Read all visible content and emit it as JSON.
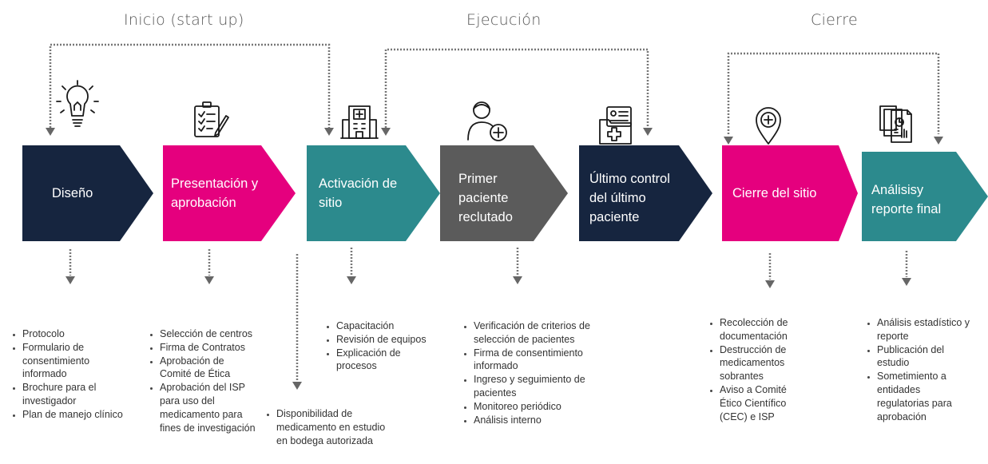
{
  "phases": [
    "Inicio (start up)",
    "Ejecución",
    "Cierre"
  ],
  "steps": [
    {
      "label": "Diseño",
      "color": "#16253f",
      "icon": "lightbulb-icon"
    },
    {
      "label": "Presentación y aprobación",
      "color": "#e5007e",
      "icon": "clipboard-checklist-icon"
    },
    {
      "label": "Activación de sitio",
      "color": "#2c8a8d",
      "icon": "hospital-building-icon"
    },
    {
      "label": "Primer paciente reclutado",
      "color": "#5b5b5b",
      "icon": "patient-plus-icon"
    },
    {
      "label": "Último control del último paciente",
      "color": "#16253f",
      "icon": "medical-folder-icon"
    },
    {
      "label": "Cierre del sitio",
      "color": "#e5007e",
      "icon": "location-pin-plus-icon"
    },
    {
      "label": "Análisisy reporte final",
      "color": "#2c8a8d",
      "icon": "report-documents-icon"
    }
  ],
  "lists": [
    [
      "Protocolo",
      "Formulario de consentimiento informado",
      "Brochure para el investigador",
      "Plan de manejo clínico"
    ],
    [
      "Selección de centros",
      "Firma de Contratos",
      "Aprobación de Comité de Ética",
      "Aprobación del ISP para uso del medicamento para fines de investigación"
    ],
    [
      "Disponibilidad de medicamento en estudio en bodega autorizada"
    ],
    [
      "Capacitación",
      "Revisión de equipos",
      "Explicación de procesos"
    ],
    [
      "Verificación de criterios de selección de pacientes",
      "Firma de consentimiento informado",
      "Ingreso y seguimiento de pacientes",
      "Monitoreo periódico",
      "Análisis interno"
    ],
    [
      "Recolección de documentación",
      "Destrucción de medicamentos sobrantes",
      "Aviso a Comité Ético Científico (CEC) e ISP"
    ],
    [
      "Análisis estadístico y reporte",
      "Publicación del estudio",
      "Sometimiento a entidades regulatorias para aprobación"
    ]
  ]
}
